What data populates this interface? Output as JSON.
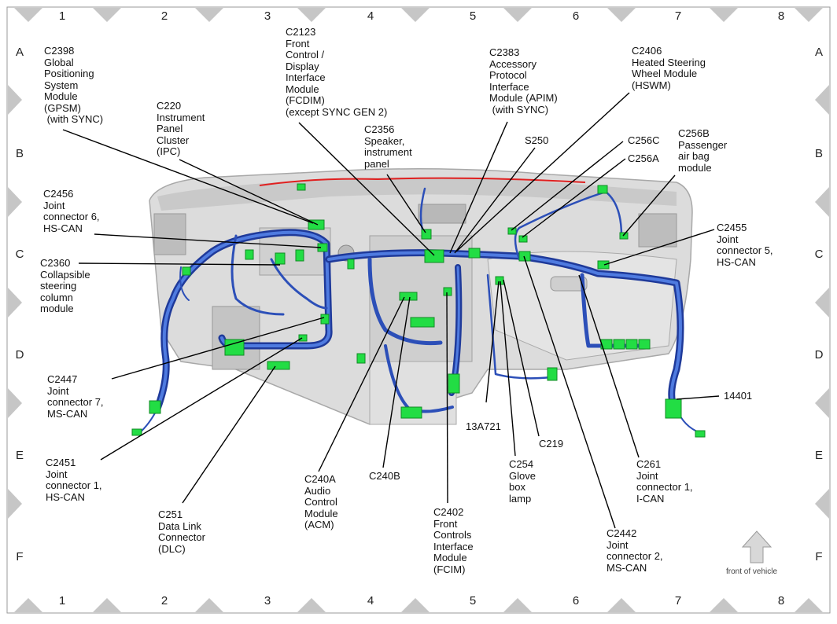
{
  "grid": {
    "columns": [
      "1",
      "2",
      "3",
      "4",
      "5",
      "6",
      "7",
      "8"
    ],
    "rows": [
      "A",
      "B",
      "C",
      "D",
      "E",
      "F"
    ]
  },
  "labels": {
    "c2398": "C2398\nGlobal\nPositioning\nSystem\nModule\n(GPSM)\n (with SYNC)",
    "c2123": "C2123\nFront\nControl /\nDisplay\nInterface\nModule\n(FCDIM)\n(except SYNC GEN 2)",
    "c2383": "C2383\nAccessory\nProtocol\nInterface\nModule (APIM)\n (with SYNC)",
    "c2406": "C2406\nHeated Steering\nWheel Module\n(HSWM)",
    "c220": "C220\nInstrument\nPanel\nCluster\n(IPC)",
    "c2356": "C2356\nSpeaker,\ninstrument\npanel",
    "s250": "S250",
    "c256c": "C256C",
    "c256a": "C256A",
    "c256b": "C256B\nPassenger\nair bag\nmodule",
    "c2456": "C2456\nJoint\nconnector 6,\nHS-CAN",
    "c2455": "C2455\nJoint\nconnector 5,\nHS-CAN",
    "c2360": "C2360\nCollapsible\nsteering\ncolumn\nmodule",
    "c2447": "C2447\nJoint\nconnector 7,\nMS-CAN",
    "c14401": "14401",
    "c13a721": "13A721",
    "c219": "C219",
    "c2451": "C2451\nJoint\nconnector 1,\nHS-CAN",
    "c240b": "C240B",
    "c254": "C254\nGlove\nbox\nlamp",
    "c261": "C261\nJoint\nconnector 1,\nI-CAN",
    "c240a": "C240A\nAudio\nControl\nModule\n(ACM)",
    "c251": "C251\nData Link\nConnector\n(DLC)",
    "c2402": "C2402\nFront\nControls\nInterface\nModule\n(FCIM)",
    "c2442": "C2442\nJoint\nconnector 2,\nMS-CAN"
  },
  "caption": "front of vehicle",
  "colors": {
    "harness": "#3a5fc8",
    "harness_dark": "#1f3a9a",
    "connector": "#22dd44",
    "panel": "#d9d9d9",
    "border_triangle": "#c8c8c8",
    "leader": "#000000",
    "red_wire": "#e02020"
  }
}
